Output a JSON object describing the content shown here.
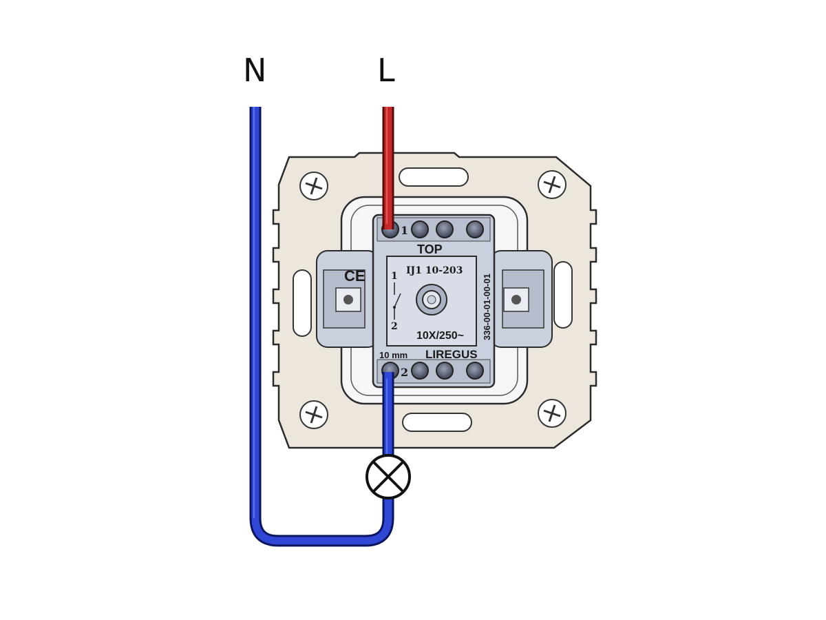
{
  "wires": {
    "neutral": {
      "label": "N",
      "color": "#1a2fb0"
    },
    "live": {
      "label": "L",
      "color": "#b01e1e"
    }
  },
  "device": {
    "plate_color": "#ede6dc",
    "body_color": "#c9d0de",
    "terminal_top_number": "1",
    "terminal_bottom_number": "2",
    "top_marking": "TOP",
    "model": "IJ1 10-203",
    "symbol_pin_top": "1",
    "symbol_pin_bottom": "2",
    "rating": "10X/250~",
    "strip_length": "10 mm",
    "brand": "LIREGUS",
    "part_number": "336-00-01-00-01",
    "ce_mark": "CE"
  },
  "lamp": {
    "icon": "lamp-symbol-icon"
  }
}
